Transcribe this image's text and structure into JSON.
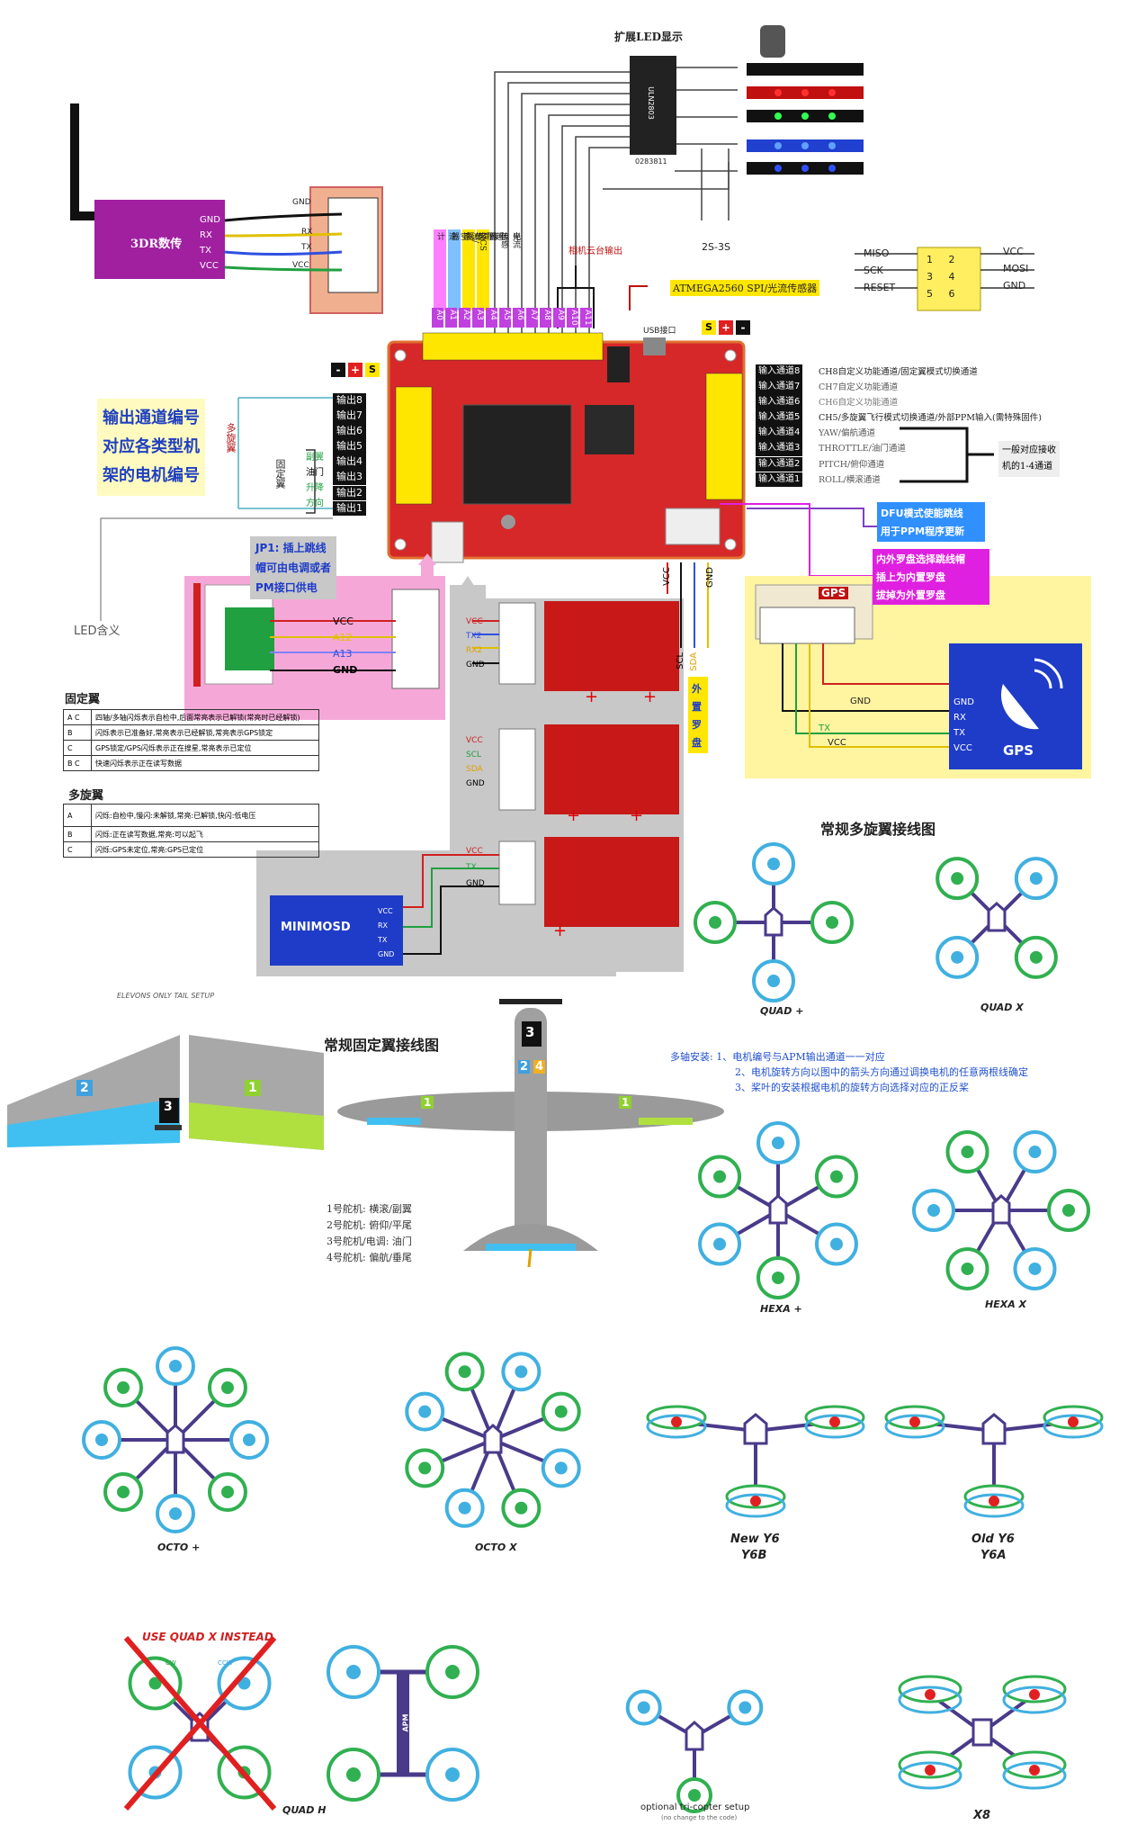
{
  "colors": {
    "board": "#d62828",
    "purple": "#a020a0",
    "yellow": "#ffe600",
    "pink": "#f5a8d8",
    "gray": "#c8c8c8",
    "blue": "#1e3cc8",
    "magenta": "#e020e0",
    "cyan": "#2aa0e8"
  },
  "top": {
    "led_title": "扩展LED显示",
    "ic_label": "ULN2803",
    "ic_num": "0283811",
    "battery": "2S-3S",
    "tdr_label": "3DR数传",
    "tdr_pins": [
      "GND",
      "RX",
      "TX",
      "VCC"
    ],
    "tdr_wires": [
      "GND",
      "RX",
      "TX",
      "VCC"
    ],
    "vert_labels": [
      "超声波/空速计",
      "电压传感器",
      "电流传感器",
      "光流传感器NCS"
    ],
    "gimbal_label": "相机云台输出",
    "atmega_label": "ATMEGA2560 SPI/光流传感器",
    "spi_left": [
      "MISO",
      "SCK",
      "RESET"
    ],
    "spi_nums": [
      "1",
      "2",
      "3",
      "4",
      "5",
      "6"
    ],
    "spi_right": [
      "VCC",
      "MOSI",
      "GND"
    ],
    "analog_pins": [
      "A0",
      "A1",
      "A2",
      "A3",
      "A4",
      "A5",
      "A6",
      "A7",
      "A8",
      "A9",
      "A10",
      "A11"
    ],
    "usb_label": "USB接口",
    "s_plus_minus": [
      "S",
      "+",
      "-"
    ]
  },
  "left": {
    "desc": [
      "输出通道编号",
      "对应各类型机",
      "架的电机编号"
    ],
    "multi": "多旋翼",
    "fixed": "固定翼",
    "fixed_items": [
      "副翼",
      "油门",
      "升降",
      "方向"
    ],
    "outputs": [
      "输出8",
      "输出7",
      "输出6",
      "输出5",
      "输出4",
      "输出3",
      "输出2",
      "输出1"
    ],
    "jp1": [
      "JP1: 插上跳线",
      "帽可由电调或者",
      "PM接口供电"
    ],
    "led_meaning": "LED含义",
    "pm_pins": [
      "VCC",
      "A12",
      "A13",
      "GND"
    ]
  },
  "right": {
    "inputs": [
      "输入通道8",
      "输入通道7",
      "输入通道6",
      "输入通道5",
      "输入通道4",
      "输入通道3",
      "输入通道2",
      "输入通道1"
    ],
    "input_desc": [
      "CH8自定义功能通道/固定翼模式切换通道",
      "CH7自定义功能通道",
      "CH6自定义功能通道",
      "CH5/多旋翼飞行模式切换通道/外部PPM输入(需特殊固件)",
      "YAW/偏航通道",
      "THROTTLE/油门通道",
      "PITCH/俯仰通道",
      "ROLL/横滚通道"
    ],
    "rc_note": [
      "一般对应接收",
      "机的1-4通道"
    ],
    "dfu": [
      "DFU模式使能跳线",
      "用于PPM程序更新"
    ],
    "compass": [
      "内外罗盘选择跳线帽",
      "插上为内置罗盘",
      "拔掉为外置罗盘"
    ],
    "gps_header": "GPS",
    "gps_pins": [
      "GND",
      "RX",
      "TX",
      "VCC"
    ],
    "gps_wires": [
      "GND",
      "TX",
      "VCC"
    ],
    "gps_name": "GPS",
    "i2c_labels": [
      "VCC",
      "SCL",
      "SDA",
      "GND"
    ],
    "ext_compass": [
      "外",
      "置",
      "罗",
      "盘"
    ]
  },
  "middle": {
    "sensor_pins_1": [
      "VCC",
      "TX2",
      "RX2",
      "GND"
    ],
    "sensor_pins_2": [
      "VCC",
      "SCL",
      "SDA",
      "GND"
    ],
    "sensor_pins_3": [
      "VCC",
      "TX",
      "GND"
    ],
    "minimosd": "MINIMOSD",
    "minimosd_pins": [
      "VCC",
      "RX",
      "TX",
      "GND"
    ]
  },
  "tables": {
    "fixed_title": "固定翼",
    "fixed_rows": [
      [
        "A C",
        "四轴/多轴闪烁表示自检中,后面常亮表示已解锁(常亮时已经解锁)"
      ],
      [
        "B",
        "闪烁表示已准备好,常亮表示已经解锁,常亮表示GPS锁定"
      ],
      [
        "C",
        "GPS锁定/GPS闪烁表示正在搜星,常亮表示已定位"
      ],
      [
        "B C",
        "快速闪烁表示正在读写数据"
      ]
    ],
    "multi_title": "多旋翼",
    "multi_rows": [
      [
        "A",
        "闪烁:自检中,慢闪:未解锁,常亮:已解锁,快闪:低电压"
      ],
      [
        "B",
        "闪烁:正在读写数据,常亮:可以起飞"
      ],
      [
        "C",
        "闪烁:GPS未定位,常亮:GPS已定位"
      ]
    ]
  },
  "diagrams": {
    "multi_title": "常规多旋翼接线图",
    "quad_plus": "QUAD +",
    "quad_x": "QUAD X",
    "notes": [
      "多轴安装: 1、电机编号与APM输出通道一一对应",
      "2、电机旋转方向以图中的箭头方向通过调换电机的任意两根线确定",
      "3、桨叶的安装根据电机的旋转方向选择对应的正反桨"
    ],
    "fixed_title": "常规固定翼接线图",
    "elevons": "ELEVONS ONLY TAIL SETUP",
    "servo_notes": [
      "1号舵机: 横滚/副翼",
      "2号舵机: 俯仰/平尾",
      "3号舵机/电调: 油门",
      "4号舵机: 偏航/垂尾"
    ],
    "hexa_plus": "HEXA +",
    "hexa_x": "HEXA X",
    "octo_plus": "OCTO +",
    "octo_x": "OCTO X",
    "new_y6": "New Y6",
    "y6b": "Y6B",
    "old_y6": "Old Y6",
    "y6a": "Y6A",
    "use_quad_x": "USE QUAD X INSTEAD",
    "quad_h": "QUAD H",
    "tri": "optional tri-copter setup",
    "tri_sub": "(no change to the code)",
    "x8": "X8",
    "apm": "APM",
    "cw": "CW",
    "ccw": "CCW",
    "wing_nums": [
      "1",
      "2",
      "3",
      "4"
    ]
  }
}
